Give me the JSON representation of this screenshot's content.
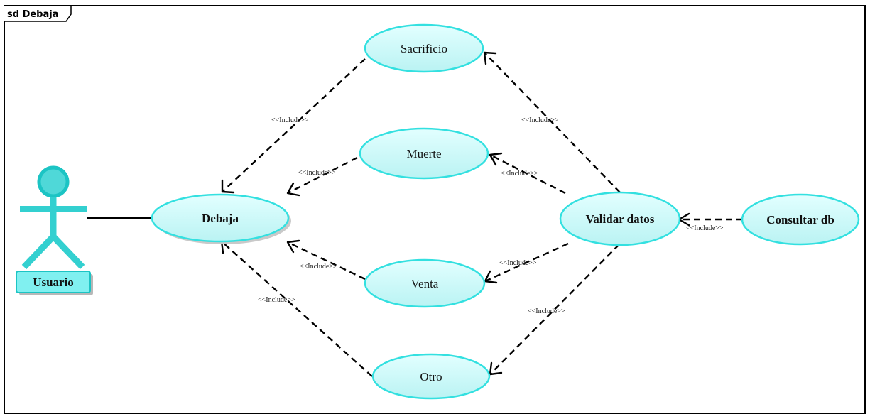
{
  "frame": {
    "title": "sd Debaja"
  },
  "actor": {
    "name": "Usuario"
  },
  "use_cases": {
    "debaja": "Debaja",
    "sacrificio": "Sacrificio",
    "muerte": "Muerte",
    "venta": "Venta",
    "otro": "Otro",
    "validar": "Validar datos",
    "consultar": "Consultar db"
  },
  "stereotype": "<<Include>>",
  "colors": {
    "usecase_fill": "#ccfafa",
    "usecase_stroke": "#33e0e0",
    "actor_fill": "#4fd8d8",
    "actor_stroke": "#1cc4c4"
  }
}
